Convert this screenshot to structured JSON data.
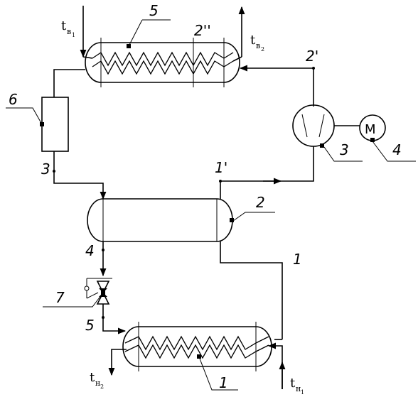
{
  "labels": {
    "condenser": "5",
    "point_2dd": "2''",
    "point_2d": "2'",
    "receiver": "6",
    "point_3_left": "3",
    "compressor": "3",
    "motor_label": "4",
    "motor_symbol": "M",
    "point_1d": "1'",
    "separator": "2",
    "point_4": "4",
    "point_1": "1",
    "valve": "7",
    "point_5": "5",
    "evaporator": "1"
  },
  "temps": {
    "t_in_top": {
      "main": "t",
      "sub": "в",
      "sub2": "1"
    },
    "t_out_top": {
      "main": "t",
      "sub": "в",
      "sub2": "2"
    },
    "t_out_bottom": {
      "main": "t",
      "sub": "н",
      "sub2": "2"
    },
    "t_in_bottom": {
      "main": "t",
      "sub": "н",
      "sub2": "1"
    }
  }
}
